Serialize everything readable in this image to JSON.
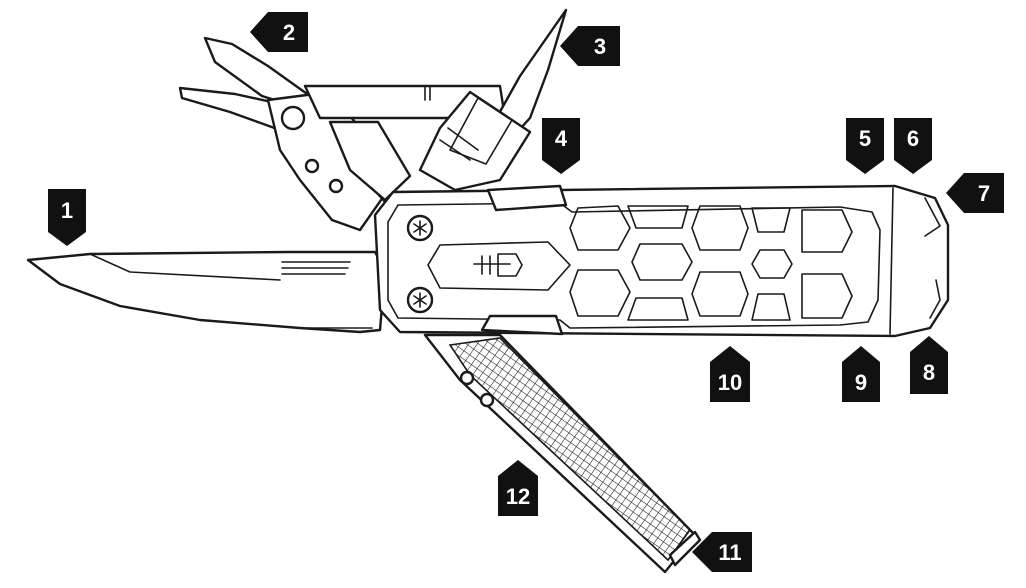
{
  "diagram": {
    "logo_icon": "gerber-shield-logo-icon",
    "callout_color": "#111111",
    "line_color": "#1a1a1a",
    "callouts": [
      {
        "id": "1",
        "label": "1"
      },
      {
        "id": "2",
        "label": "2"
      },
      {
        "id": "3",
        "label": "3"
      },
      {
        "id": "4",
        "label": "4"
      },
      {
        "id": "5",
        "label": "5"
      },
      {
        "id": "6",
        "label": "6"
      },
      {
        "id": "7",
        "label": "7"
      },
      {
        "id": "8",
        "label": "8"
      },
      {
        "id": "9",
        "label": "9"
      },
      {
        "id": "10",
        "label": "10"
      },
      {
        "id": "11",
        "label": "11"
      },
      {
        "id": "12",
        "label": "12"
      }
    ]
  }
}
